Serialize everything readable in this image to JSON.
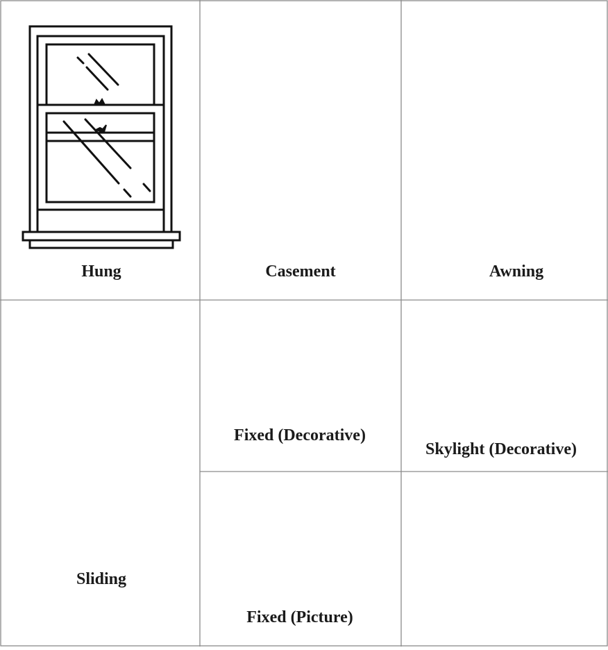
{
  "figure": {
    "cells": [
      {
        "id": "hung",
        "label": "Hung"
      },
      {
        "id": "casement",
        "label": "Casement"
      },
      {
        "id": "awning",
        "label": "Awning"
      },
      {
        "id": "sliding",
        "label": "Sliding"
      },
      {
        "id": "fixed-decorative",
        "label": "Fixed (Decorative)"
      },
      {
        "id": "skylight-decorative",
        "label": "Skylight (Decorative)"
      },
      {
        "id": "fixed-picture",
        "label": "Fixed (Picture)"
      },
      {
        "id": "roof-hatch",
        "label": ""
      }
    ],
    "colors": {
      "line": "#111111",
      "grid": "#8a8a8a",
      "background": "#ffffff"
    }
  }
}
